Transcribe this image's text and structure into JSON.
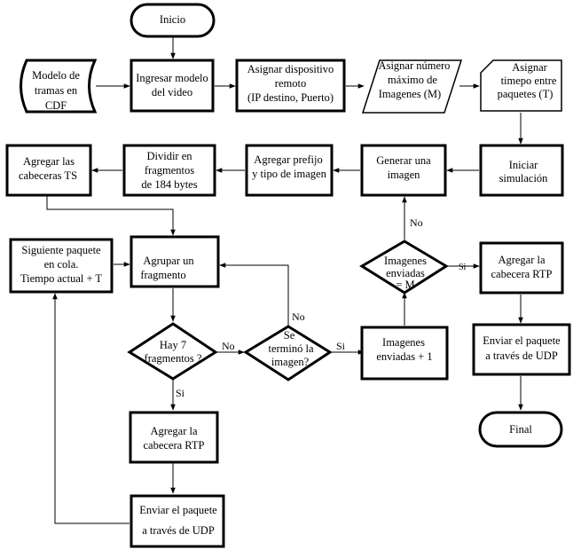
{
  "nodes": {
    "inicio": [
      "Inicio"
    ],
    "modelo_tramas": [
      "Modelo de",
      "tramas en",
      "CDF"
    ],
    "ingresar_modelo": [
      "Ingresar modelo",
      "del video"
    ],
    "asignar_dispositivo": [
      "Asignar dispositivo",
      "remoto",
      "(IP destino, Puerto)"
    ],
    "asignar_numero": [
      "Asignar número",
      "máximo de",
      "Imagenes (M)"
    ],
    "asignar_tiempo": [
      "Asignar",
      "timepo entre",
      "paquetes (T)"
    ],
    "iniciar_simulacion": [
      "Iniciar",
      "simulación"
    ],
    "generar_imagen": [
      "Generar una",
      "imagen"
    ],
    "agregar_prefijo": [
      "Agregar prefijo",
      "y tipo de imagen"
    ],
    "dividir_fragmentos": [
      "Dividir en",
      "fragmentos",
      "de 184 bytes"
    ],
    "agregar_cabeceras_ts": [
      "Agregar las",
      "cabeceras TS"
    ],
    "siguiente_paquete": [
      "Siguiente paquete",
      "en cola.",
      "Tiempo actual + T"
    ],
    "agrupar_fragmento": [
      "Agrupar un",
      "fragmento"
    ],
    "hay_7_fragmentos": [
      "Hay 7",
      "fragmentos ?"
    ],
    "se_termino_imagen": [
      "Se",
      "terminó la",
      "imagen?"
    ],
    "imagenes_enviadas_mas_1": [
      "Imagenes",
      "enviadas + 1"
    ],
    "imagenes_enviadas_eq_m": [
      "Imagenes",
      "enviadas",
      "= M"
    ],
    "agregar_cabecera_rtp_right": [
      "Agregar la",
      "cabecera RTP"
    ],
    "enviar_paquete_right": [
      "Enviar el paquete",
      "a través de UDP"
    ],
    "final": [
      "Final"
    ],
    "agregar_cabecera_rtp_bottom": [
      "Agregar la",
      "cabecera RTP"
    ],
    "enviar_paquete_bottom": [
      "Enviar el paquete",
      "a través de UDP"
    ]
  },
  "edge_labels": {
    "no_generar": "No",
    "si_rtp": "Si",
    "no_agrupar": "No",
    "no_se_termino": "No",
    "si_imagenes": "Si",
    "si_rtp_bottom": "Si"
  }
}
